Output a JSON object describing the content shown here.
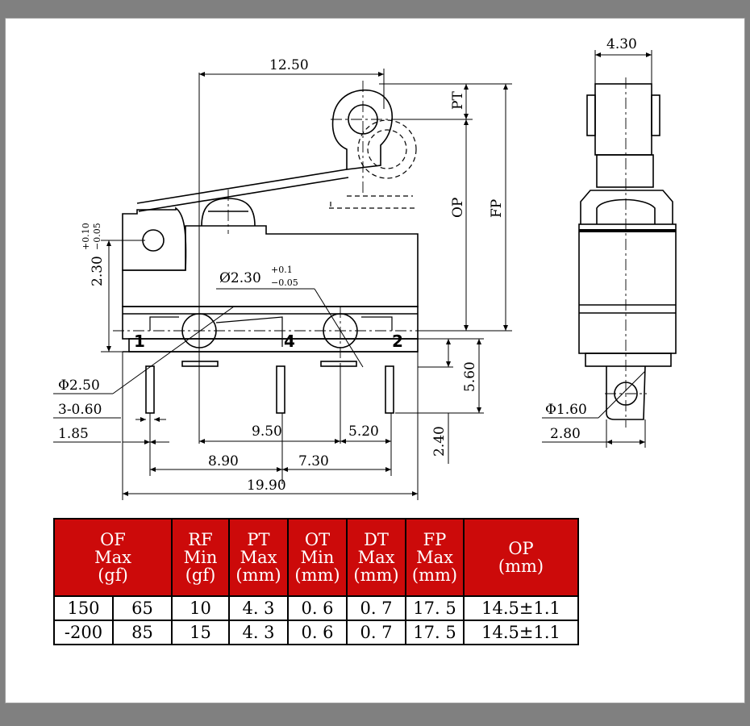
{
  "colors": {
    "header_bg": "#cc0a0a",
    "header_text": "#ffffff",
    "line": "#000000",
    "page_bg": "#808080"
  },
  "dimensions": {
    "top_width": "12.50",
    "pt": "PT",
    "op": "OP",
    "fp": "FP",
    "pivot_hole_height": "2.30",
    "pivot_hole_tol_plus": "+0.10",
    "pivot_hole_tol_minus": "−0.05",
    "mount_hole_dia": "Ø2.30",
    "mount_hole_tol_plus": "+0.1",
    "mount_hole_tol_minus": "−0.05",
    "hole_dia": "Φ2.50",
    "terminal_width": "3-0.60",
    "offset_a": "1.85",
    "hole_pitch": "9.50",
    "right_offset": "5.20",
    "pin_length": "5.60",
    "pin_bottom": "2.40",
    "pin_spacing_a": "8.90",
    "pin_spacing_b": "7.30",
    "overall_length": "19.90",
    "side_width": "4.30",
    "terminal_hole_dia": "Φ1.60",
    "terminal_width_side": "2.80"
  },
  "pins": {
    "pin1": "1",
    "pin4": "4",
    "pin2": "2"
  },
  "table": {
    "headers": [
      {
        "lines": [
          "OF",
          "Max",
          "(gf)"
        ]
      },
      {
        "lines": [
          "RF",
          "Min",
          "(gf)"
        ]
      },
      {
        "lines": [
          "PT",
          "Max",
          "(mm)"
        ]
      },
      {
        "lines": [
          "OT",
          "Min",
          "(mm)"
        ]
      },
      {
        "lines": [
          "DT",
          "Max",
          "(mm)"
        ]
      },
      {
        "lines": [
          "FP",
          "Max",
          "(mm)"
        ]
      },
      {
        "lines": [
          "OP",
          "(mm)"
        ]
      }
    ],
    "rows": [
      {
        "of_a": "150",
        "of_b": "65",
        "rf": "10",
        "pt": "4. 3",
        "ot": "0. 6",
        "dt": "0. 7",
        "fp": "17. 5",
        "op": "14.5±1.1"
      },
      {
        "of_a": "-200",
        "of_b": "85",
        "rf": "15",
        "pt": "4. 3",
        "ot": "0. 6",
        "dt": "0. 7",
        "fp": "17. 5",
        "op": "14.5±1.1"
      }
    ]
  }
}
